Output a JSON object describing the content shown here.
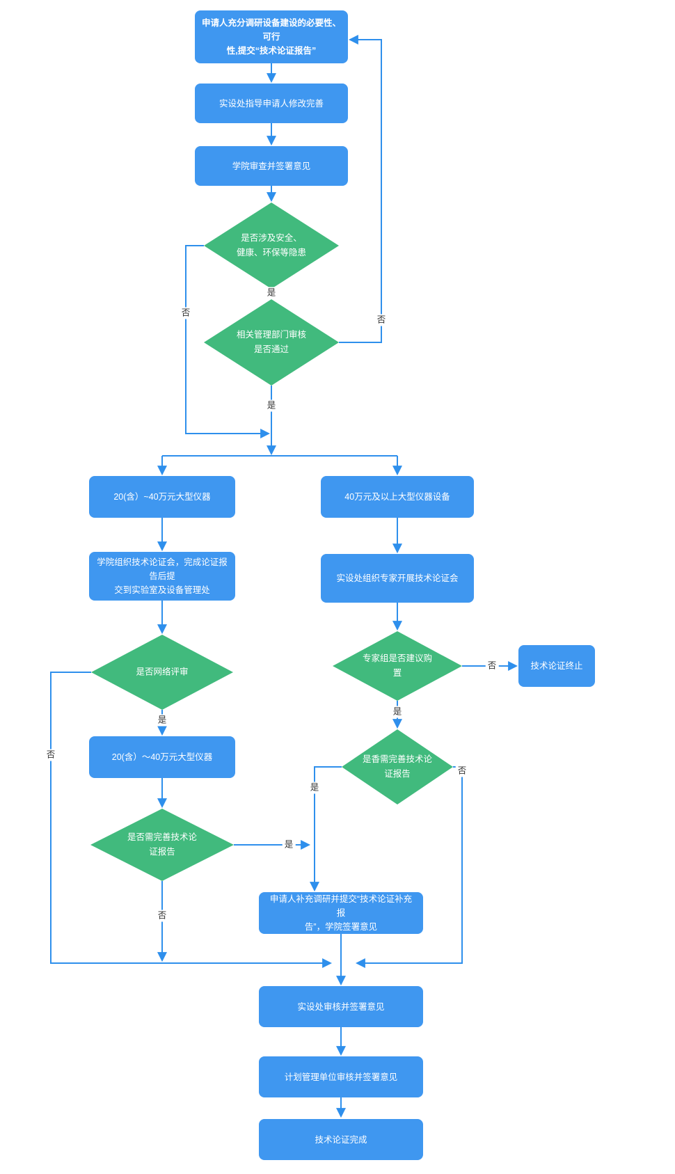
{
  "diagram": {
    "type": "flowchart",
    "colors": {
      "process_box": "#3F97F0",
      "decision_diamond": "#41BA7D",
      "connector_line": "#2E8FEC",
      "yes_connector_green": "#41BA7D",
      "edge_label_text": "#333333",
      "node_text": "#FFFFFF",
      "background": "#FFFFFF"
    }
  },
  "nodes": {
    "start": {
      "type": "process",
      "lines": [
        "申请人充分调研设备建设的必要性、可行",
        "性,提交“技术论证报告”"
      ]
    },
    "guide": {
      "type": "process",
      "lines": [
        "实设处指导申请人修改完善"
      ]
    },
    "review": {
      "type": "process",
      "lines": [
        "学院审查并签署意见"
      ]
    },
    "d_safety": {
      "type": "decision",
      "lines": [
        "是否涉及安全、",
        "健康、环保等隐患"
      ]
    },
    "d_dept": {
      "type": "decision",
      "lines": [
        "相关管理部门审核",
        "是否通过"
      ]
    },
    "l1": {
      "type": "process",
      "lines": [
        "20(含）~40万元大型仪器"
      ]
    },
    "l2": {
      "type": "process",
      "lines": [
        "学院组织技术论证会，完成论证报告后提",
        "交到实验室及设备管理处"
      ]
    },
    "d_net": {
      "type": "decision",
      "lines": [
        "是否网络评审"
      ]
    },
    "l4": {
      "type": "process",
      "lines": [
        "20(含）～40万元大型仪器"
      ]
    },
    "d_need_l": {
      "type": "decision",
      "lines": [
        "是否需完善技术论",
        "证报告"
      ]
    },
    "r1": {
      "type": "process",
      "lines": [
        "40万元及以上大型仪器设备"
      ]
    },
    "r2": {
      "type": "process",
      "lines": [
        "实设处组织专家开展技术论证会"
      ]
    },
    "d_expert": {
      "type": "decision",
      "lines": [
        "专家组是否建议购",
        "置"
      ]
    },
    "terminate": {
      "type": "process",
      "lines": [
        "技术论证终止"
      ]
    },
    "d_need_r": {
      "type": "decision",
      "lines": [
        "是香需完善技术论",
        "证报告"
      ]
    },
    "supplement": {
      "type": "process",
      "lines": [
        "申请人补充调研并提交“技术论证补充报",
        "告”，学院签署意见"
      ]
    },
    "b1": {
      "type": "process",
      "lines": [
        "实设处审核并签署意见"
      ]
    },
    "b2": {
      "type": "process",
      "lines": [
        "计划管理单位审核并签署意见"
      ]
    },
    "b3": {
      "type": "process",
      "lines": [
        "技术论证完成"
      ]
    }
  },
  "edge_labels": {
    "safety_yes": "是",
    "safety_no": "否",
    "dept_yes": "是",
    "dept_no": "否",
    "net_yes": "是",
    "net_no": "否",
    "need_l_yes": "是",
    "need_l_no": "否",
    "expert_yes": "是",
    "expert_no": "否",
    "need_r_yes": "是",
    "need_r_no": "否"
  }
}
